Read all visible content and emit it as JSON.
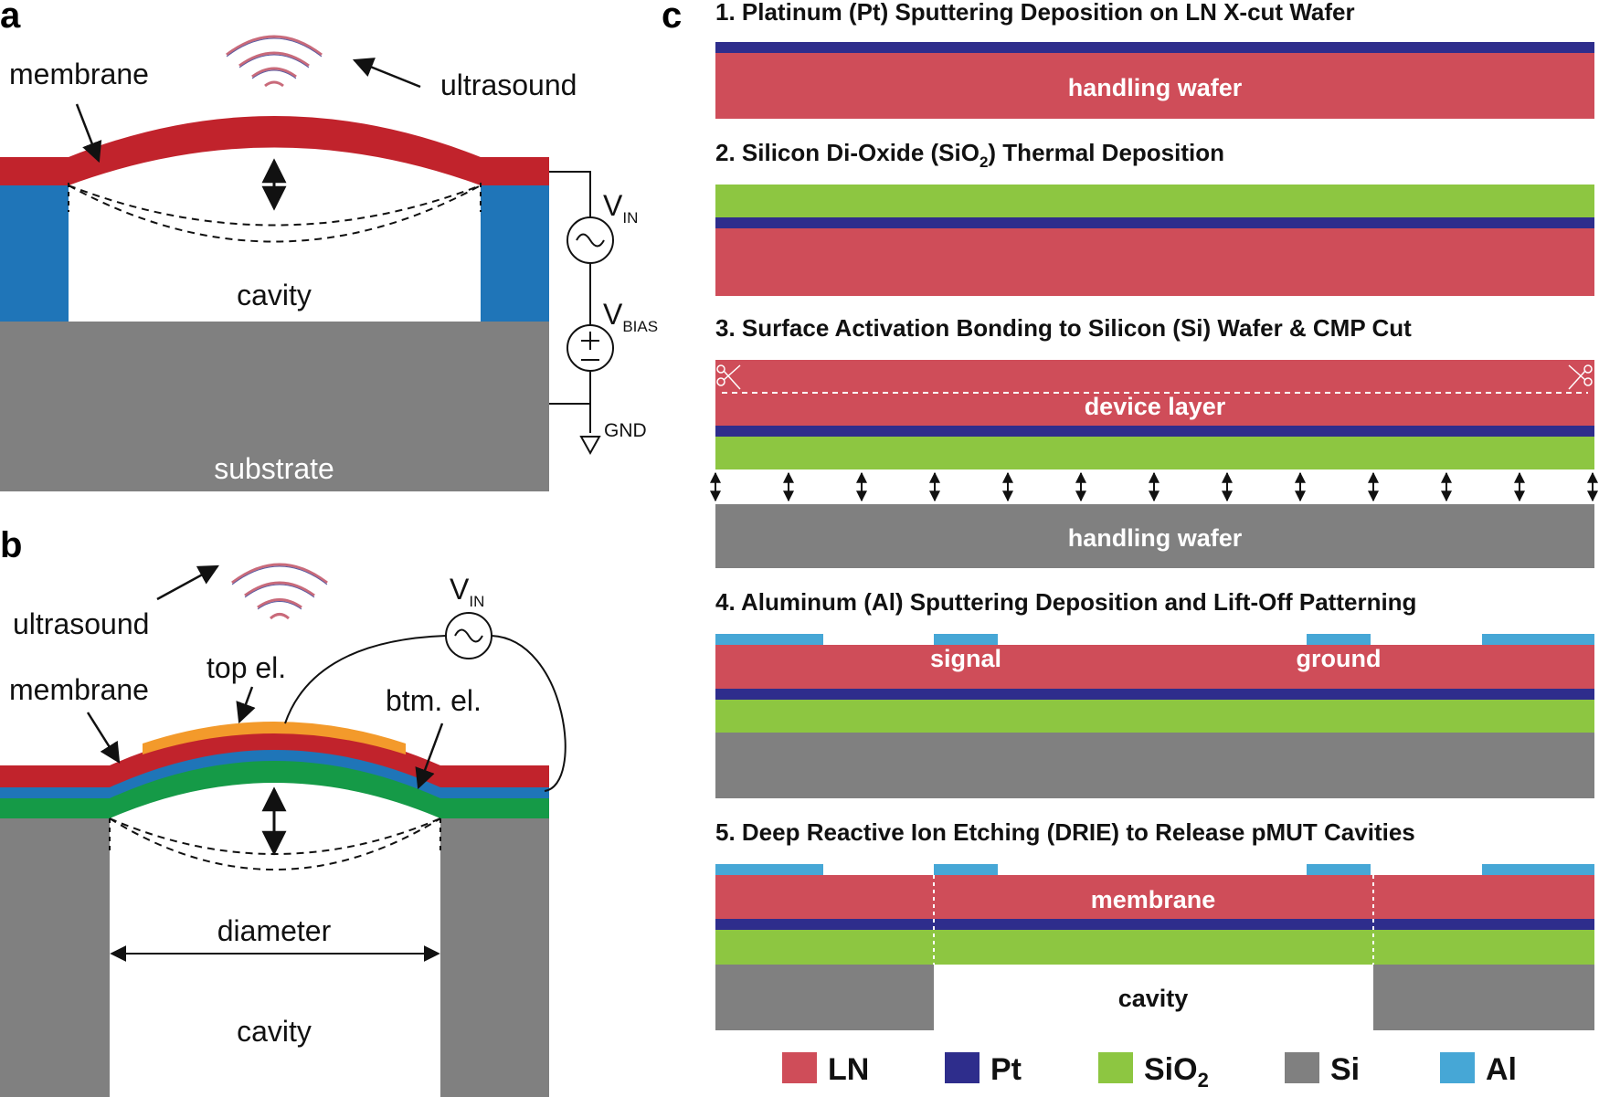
{
  "colors": {
    "ln": "#cf4d59",
    "membrane_red": "#c1232c",
    "pt": "#2e2d8c",
    "sio2": "#8dc641",
    "si": "#808080",
    "al": "#46a7d6",
    "blue_support": "#1f75b8",
    "top_electrode": "#f39a2b",
    "bottom_green": "#159a47"
  },
  "panel_a": {
    "letter": "a",
    "membrane": "membrane",
    "ultrasound": "ultrasound",
    "cavity": "cavity",
    "substrate": "substrate",
    "v_in": "V",
    "v_in_sub": "IN",
    "v_bias": "V",
    "v_bias_sub": "BIAS",
    "gnd": "GND"
  },
  "panel_b": {
    "letter": "b",
    "ultrasound": "ultrasound",
    "membrane": "membrane",
    "top_el": "top el.",
    "btm_el": "btm. el.",
    "v_in": "V",
    "v_in_sub": "IN",
    "diameter": "diameter",
    "cavity": "cavity"
  },
  "panel_c": {
    "letter": "c",
    "step1": {
      "title": "1. Platinum (Pt) Sputtering Deposition on LN X-cut Wafer",
      "label": "handling wafer"
    },
    "step2": {
      "title_pre": "2. Silicon Di-Oxide (SiO",
      "title_sub": "2",
      "title_post": ") Thermal Deposition"
    },
    "step3": {
      "title": "3. Surface Activation Bonding to Silicon (Si) Wafer & CMP Cut",
      "device_layer": "device layer",
      "handling": "handling wafer"
    },
    "step4": {
      "title": "4. Aluminum (Al) Sputtering Deposition and Lift-Off Patterning",
      "signal": "signal",
      "ground": "ground"
    },
    "step5": {
      "title": "5. Deep Reactive Ion Etching (DRIE) to Release pMUT Cavities",
      "membrane": "membrane",
      "cavity": "cavity"
    }
  },
  "legend": [
    {
      "label": "LN",
      "sub": "",
      "color": "#cf4d59"
    },
    {
      "label": "Pt",
      "sub": "",
      "color": "#2e2d8c"
    },
    {
      "label": "SiO",
      "sub": "2",
      "color": "#8dc641"
    },
    {
      "label": "Si",
      "sub": "",
      "color": "#808080"
    },
    {
      "label": "Al",
      "sub": "",
      "color": "#46a7d6"
    }
  ]
}
